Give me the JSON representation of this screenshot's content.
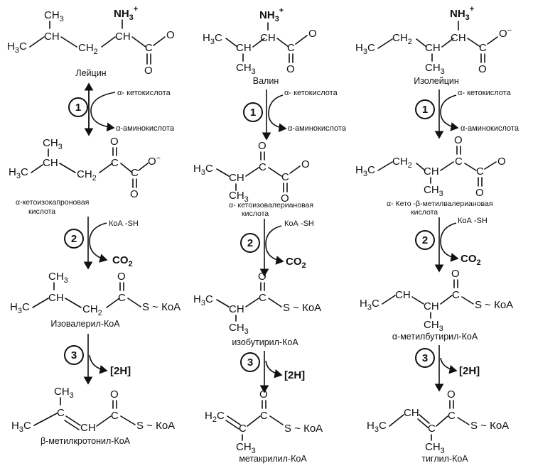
{
  "columns": [
    {
      "amino_acid": "Лейцин",
      "keto_acid_name_line1": "α-кетоизокапроновая",
      "keto_acid_name_line2": "кислота",
      "acyl_coa": "Изовалерил-КоА",
      "product": "β-метилкротонил-КоА"
    },
    {
      "amino_acid": "Валин",
      "keto_acid_name_line1": "α- кетоизовалериановая",
      "keto_acid_name_line2": "кислота",
      "acyl_coa": "изобутирил-КоА",
      "product": "метакрилил-КоА"
    },
    {
      "amino_acid": "Изолейцин",
      "keto_acid_name_line1": "α- Кето -β-метилвалериановая",
      "keto_acid_name_line2": "кислота",
      "acyl_coa": "α-метилбутирил-КоА",
      "product": "тиглил-КоА"
    }
  ],
  "steps": [
    "1",
    "2",
    "3"
  ],
  "step1_in": "α- кетокислота",
  "step1_out": "α-аминокислота",
  "step2_in": "КоА -SH",
  "step2_out": "CO",
  "step2_out_sub": "2",
  "step3_out": "[2H]",
  "atoms": {
    "H": "H",
    "C": "C",
    "CH": "CH",
    "CH3": "CH",
    "sub3": "3",
    "CH2": "CH",
    "sub2": "2",
    "O": "O",
    "NH3": "NH",
    "plus": "+",
    "minus": "−",
    "S_KoA": "S ~ КоА",
    "H2C": "H",
    "C_eq": "C"
  }
}
